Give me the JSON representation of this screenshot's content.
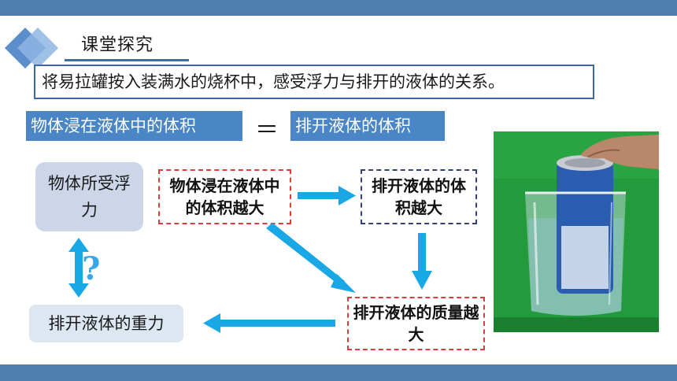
{
  "header": {
    "title": "课堂探究"
  },
  "intro": {
    "text": "将易拉罐按入装满水的烧杯中，感受浮力与排开的液体的关系。"
  },
  "equation": {
    "left": "物体浸在液体中的体积",
    "symbol": "＝",
    "right": "排开液体的体积"
  },
  "flow": {
    "buoyancy": "物体所受浮力",
    "step1": "物体浸在液体中的体积越大",
    "step2": "排开液体的体积越大",
    "step3": "排开液体的质量越大",
    "result": "排开液体的重力",
    "question": "?"
  },
  "colors": {
    "accent": "#4f7fae",
    "label_bg": "#4a86c5",
    "arrow": "#1aa7e6",
    "dash_red": "#e23b3b",
    "dash_navy": "#33407a"
  }
}
